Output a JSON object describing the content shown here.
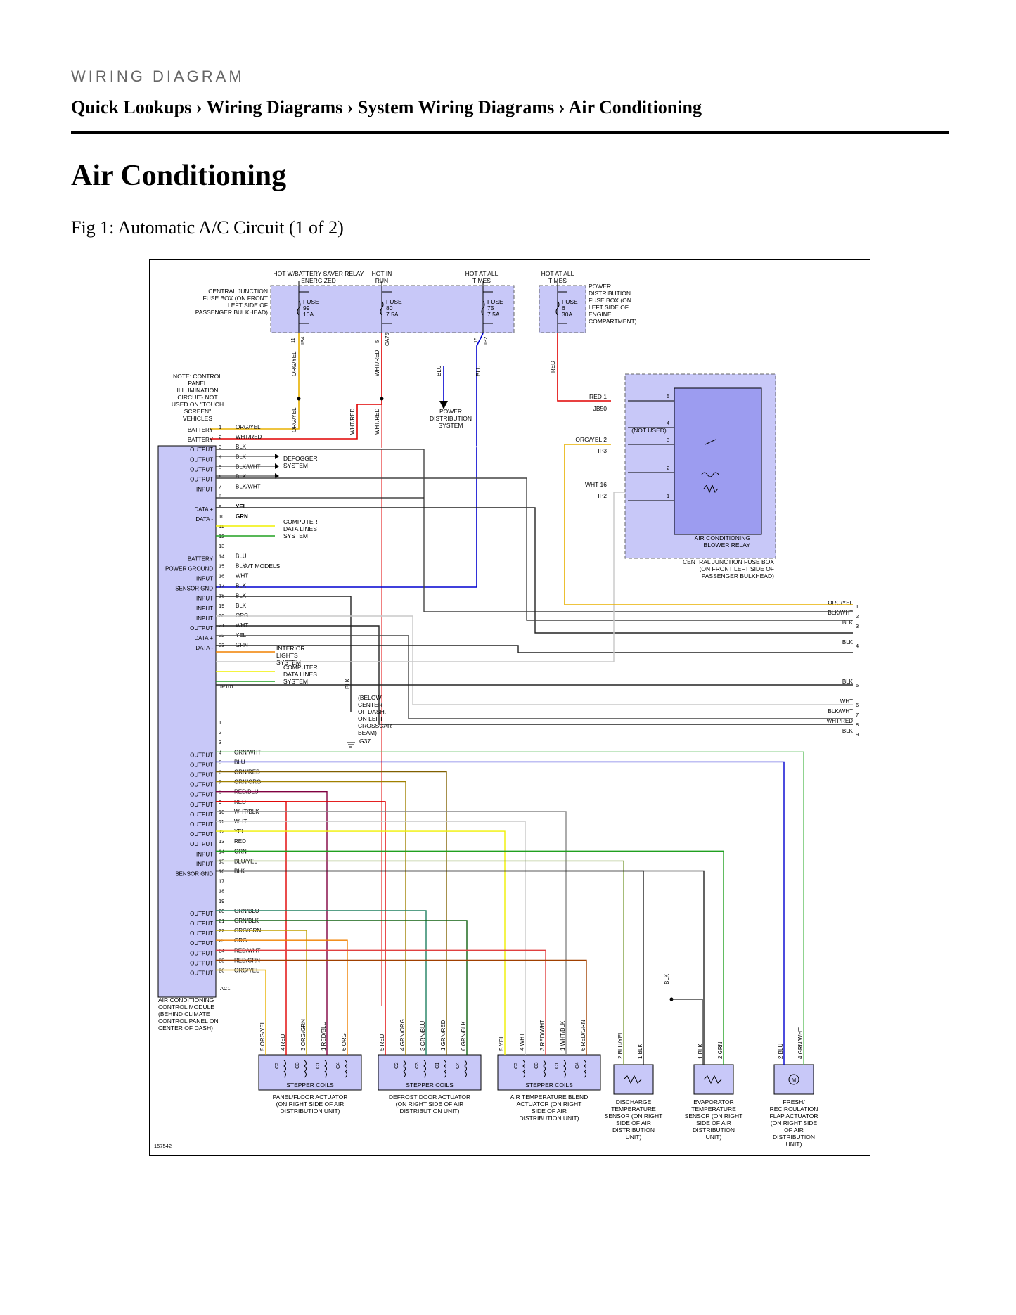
{
  "header": {
    "kicker": "WIRING DIAGRAM",
    "breadcrumb": [
      "Quick Lookups",
      "Wiring Diagrams",
      "System Wiring Diagrams",
      "Air Conditioning"
    ],
    "separator": "›"
  },
  "page_title": "Air Conditioning",
  "figure_caption": "Fig 1: Automatic A/C Circuit (1 of 2)",
  "diagram": {
    "figure_number": "157542",
    "colors": {
      "fuse_box_fill": "#c8c8f8",
      "relay_fill": "#9c9cf0",
      "wire_org_yel": "#e8b000",
      "wire_red": "#e00000",
      "wire_blu": "#0000d0",
      "wire_grn": "#20a020",
      "wire_yel": "#f0f000",
      "wire_blk": "#222222",
      "wire_wht": "#c8c8c8"
    },
    "top_labels": {
      "hot_battery_saver": "HOT W/BATTERY SAVER RELAY ENERGIZED",
      "hot_in_run": "HOT IN RUN",
      "hot_at_all_times_1": "HOT AT ALL TIMES",
      "hot_at_all_times_2": "HOT AT ALL TIMES"
    },
    "central_junction_box": "CENTRAL JUNCTION FUSE BOX (ON FRONT LEFT SIDE OF PASSENGER BULKHEAD)",
    "power_distribution_box": "POWER DISTRIBUTION FUSE BOX (ON LEFT SIDE OF ENGINE COMPARTMENT)",
    "fuses": [
      {
        "label": "FUSE",
        "number": "99",
        "rating": "10A"
      },
      {
        "label": "FUSE",
        "number": "80",
        "rating": "7.5A"
      },
      {
        "label": "FUSE",
        "number": "75",
        "rating": "7.5A"
      },
      {
        "label": "FUSE",
        "number": "6",
        "rating": "30A"
      }
    ],
    "connectors_top": [
      "11",
      "IP4",
      "5",
      "CA75",
      "15",
      "IP2"
    ],
    "wire_labels_top": [
      "ORG/YEL",
      "WHT/RED",
      "BLU",
      "BLU",
      "RED",
      "ORG/YEL",
      "WHT/RED",
      "WHT/RED"
    ],
    "power_distribution_system": "POWER DISTRIBUTION SYSTEM",
    "note": "NOTE: CONTROL PANEL ILLUMINATION CIRCUIT- NOT USED ON \"TOUCH SCREEN\" VEHICLES",
    "relay": {
      "name": "AIR CONDITIONING BLOWER RELAY",
      "location": "CENTRAL JUNCTION FUSE BOX (ON FRONT LEFT SIDE OF PASSENGER BULKHEAD)",
      "not_used": "(NOT USED)",
      "pins": [
        "5",
        "4",
        "3",
        "2",
        "1"
      ],
      "inputs": [
        {
          "wire": "RED",
          "pin": "1",
          "connector": "JB50"
        },
        {
          "wire": "ORG/YEL",
          "pin": "2",
          "connector": "IP3"
        },
        {
          "wire": "WHT",
          "pin": "16",
          "connector": "IP2"
        }
      ]
    },
    "module_upper": {
      "connector": "IP101",
      "rows": [
        {
          "pin": "1",
          "func": "BATTERY",
          "wire": "ORG/YEL"
        },
        {
          "pin": "2",
          "func": "BATTERY",
          "wire": "WHT/RED"
        },
        {
          "pin": "3",
          "func": "OUTPUT",
          "wire": "BLK"
        },
        {
          "pin": "4",
          "func": "OUTPUT",
          "wire": "BLK"
        },
        {
          "pin": "5",
          "func": "OUTPUT",
          "wire": "BLK/WHT"
        },
        {
          "pin": "6",
          "func": "OUTPUT",
          "wire": "BLK"
        },
        {
          "pin": "7",
          "func": "INPUT",
          "wire": "BLK/WHT"
        },
        {
          "pin": "8",
          "func": "",
          "wire": ""
        },
        {
          "pin": "9",
          "func": "DATA +",
          "wire": "YEL"
        },
        {
          "pin": "10",
          "func": "DATA -",
          "wire": "GRN"
        },
        {
          "pin": "11",
          "func": "",
          "wire": ""
        },
        {
          "pin": "12",
          "func": "",
          "wire": ""
        },
        {
          "pin": "13",
          "func": "",
          "wire": ""
        },
        {
          "pin": "14",
          "func": "BATTERY",
          "wire": "BLU"
        },
        {
          "pin": "15",
          "func": "POWER GROUND",
          "wire": "BLK"
        },
        {
          "pin": "16",
          "func": "INPUT",
          "wire": "WHT"
        },
        {
          "pin": "17",
          "func": "SENSOR GND",
          "wire": "BLK"
        },
        {
          "pin": "18",
          "func": "INPUT",
          "wire": "BLK"
        },
        {
          "pin": "19",
          "func": "INPUT",
          "wire": "BLK"
        },
        {
          "pin": "20",
          "func": "INPUT",
          "wire": "ORG"
        },
        {
          "pin": "21",
          "func": "OUTPUT",
          "wire": "WHT"
        },
        {
          "pin": "22",
          "func": "DATA +",
          "wire": "YEL"
        },
        {
          "pin": "23",
          "func": "DATA -",
          "wire": "GRN"
        }
      ]
    },
    "defogger_system": "DEFOGGER SYSTEM",
    "computer_data_lines": "COMPUTER DATA LINES SYSTEM",
    "at_models": "A/T MODELS",
    "interior_lights": "INTERIOR LIGHTS SYSTEM",
    "ground": {
      "wire": "BLK",
      "location": "(BELOW CENTER OF DASH, ON LEFT CROSSCAR BEAM)",
      "id": "G37"
    },
    "right_wires": [
      {
        "wire": "ORG/YEL",
        "pin": "1"
      },
      {
        "wire": "BLK/WHT",
        "pin": "2"
      },
      {
        "wire": "BLK",
        "pin": "3"
      },
      {
        "wire": "BLK",
        "pin": "4"
      },
      {
        "wire": "BLK",
        "pin": "5"
      },
      {
        "wire": "WHT",
        "pin": "6"
      },
      {
        "wire": "BLK/WHT",
        "pin": "7"
      },
      {
        "wire": "WHT/RED",
        "pin": "8"
      },
      {
        "wire": "BLK",
        "pin": "9"
      }
    ],
    "module_lower": {
      "connector": "AC1",
      "rows": [
        {
          "pin": "1",
          "func": "",
          "wire": ""
        },
        {
          "pin": "2",
          "func": "",
          "wire": ""
        },
        {
          "pin": "3",
          "func": "",
          "wire": ""
        },
        {
          "pin": "4",
          "func": "OUTPUT",
          "wire": "GRN/WHT"
        },
        {
          "pin": "5",
          "func": "OUTPUT",
          "wire": "BLU"
        },
        {
          "pin": "6",
          "func": "OUTPUT",
          "wire": "GRN/RED"
        },
        {
          "pin": "7",
          "func": "OUTPUT",
          "wire": "GRN/ORG"
        },
        {
          "pin": "8",
          "func": "OUTPUT",
          "wire": "RED/BLU"
        },
        {
          "pin": "9",
          "func": "OUTPUT",
          "wire": "RED"
        },
        {
          "pin": "10",
          "func": "OUTPUT",
          "wire": "WHT/BLK"
        },
        {
          "pin": "11",
          "func": "OUTPUT",
          "wire": "WHT"
        },
        {
          "pin": "12",
          "func": "OUTPUT",
          "wire": "YEL"
        },
        {
          "pin": "13",
          "func": "OUTPUT",
          "wire": "RED"
        },
        {
          "pin": "14",
          "func": "INPUT",
          "wire": "GRN"
        },
        {
          "pin": "15",
          "func": "INPUT",
          "wire": "BLU/YEL"
        },
        {
          "pin": "16",
          "func": "SENSOR GND",
          "wire": "BLK"
        },
        {
          "pin": "17",
          "func": "",
          "wire": ""
        },
        {
          "pin": "18",
          "func": "",
          "wire": ""
        },
        {
          "pin": "19",
          "func": "",
          "wire": ""
        },
        {
          "pin": "20",
          "func": "OUTPUT",
          "wire": "GRN/BLU"
        },
        {
          "pin": "21",
          "func": "OUTPUT",
          "wire": "GRN/BLK"
        },
        {
          "pin": "22",
          "func": "OUTPUT",
          "wire": "ORG/GRN"
        },
        {
          "pin": "23",
          "func": "OUTPUT",
          "wire": "ORG"
        },
        {
          "pin": "24",
          "func": "OUTPUT",
          "wire": "RED/WHT"
        },
        {
          "pin": "25",
          "func": "OUTPUT",
          "wire": "RED/GRN"
        },
        {
          "pin": "26",
          "func": "OUTPUT",
          "wire": "ORG/YEL"
        }
      ]
    },
    "module_name": "AIR CONDITIONING CONTROL MODULE (BEHIND CLIMATE CONTROL PANEL ON CENTER OF DASH)",
    "actuators": [
      {
        "name": "PANEL/FLOOR ACTUATOR",
        "location": "(ON RIGHT SIDE OF AIR DISTRIBUTION UNIT)",
        "coils": "STEPPER COILS",
        "pins": [
          {
            "n": "5",
            "w": "ORG/YEL"
          },
          {
            "n": "4",
            "w": "RED"
          },
          {
            "n": "3",
            "w": "ORG/GRN"
          },
          {
            "n": "1",
            "w": "RED/BLU"
          },
          {
            "n": "6",
            "w": "ORG"
          }
        ]
      },
      {
        "name": "DEFROST DOOR ACTUATOR",
        "location": "(ON RIGHT SIDE OF AIR DISTRIBUTION UNIT)",
        "coils": "STEPPER COILS",
        "pins": [
          {
            "n": "5",
            "w": "RED"
          },
          {
            "n": "4",
            "w": "GRN/ORG"
          },
          {
            "n": "3",
            "w": "GRN/BLU"
          },
          {
            "n": "1",
            "w": "GRN/RED"
          },
          {
            "n": "6",
            "w": "GRN/BLK"
          }
        ]
      },
      {
        "name": "AIR TEMPERATURE BLEND ACTUATOR",
        "location": "(ON RIGHT SIDE OF AIR DISTRIBUTION UNIT)",
        "coils": "STEPPER COILS",
        "pins": [
          {
            "n": "5",
            "w": "YEL"
          },
          {
            "n": "4",
            "w": "WHT"
          },
          {
            "n": "3",
            "w": "RED/WHT"
          },
          {
            "n": "1",
            "w": "WHT/BLK"
          },
          {
            "n": "6",
            "w": "RED/GRN"
          }
        ]
      }
    ],
    "coil_labels": [
      "C2",
      "C3",
      "C1",
      "C4"
    ],
    "sensors": [
      {
        "name": "DISCHARGE TEMPERATURE SENSOR",
        "location": "(ON RIGHT SIDE OF AIR DISTRIBUTION UNIT)",
        "pins": [
          {
            "n": "2",
            "w": "BLU/YEL"
          },
          {
            "n": "1",
            "w": "BLK"
          }
        ]
      },
      {
        "name": "EVAPORATOR TEMPERATURE SENSOR",
        "location": "(ON RIGHT SIDE OF AIR DISTRIBUTION UNIT)",
        "pins": [
          {
            "n": "1",
            "w": "BLK"
          },
          {
            "n": "2",
            "w": "GRN"
          }
        ]
      },
      {
        "name": "FRESH/ RECIRCULATION FLAP ACTUATOR",
        "location": "(ON RIGHT SIDE OF AIR DISTRIBUTION UNIT)",
        "pins": [
          {
            "n": "2",
            "w": "BLU"
          },
          {
            "n": "4",
            "w": "GRN/WHT"
          }
        ]
      }
    ],
    "sensor_ground_wire": "BLK"
  }
}
